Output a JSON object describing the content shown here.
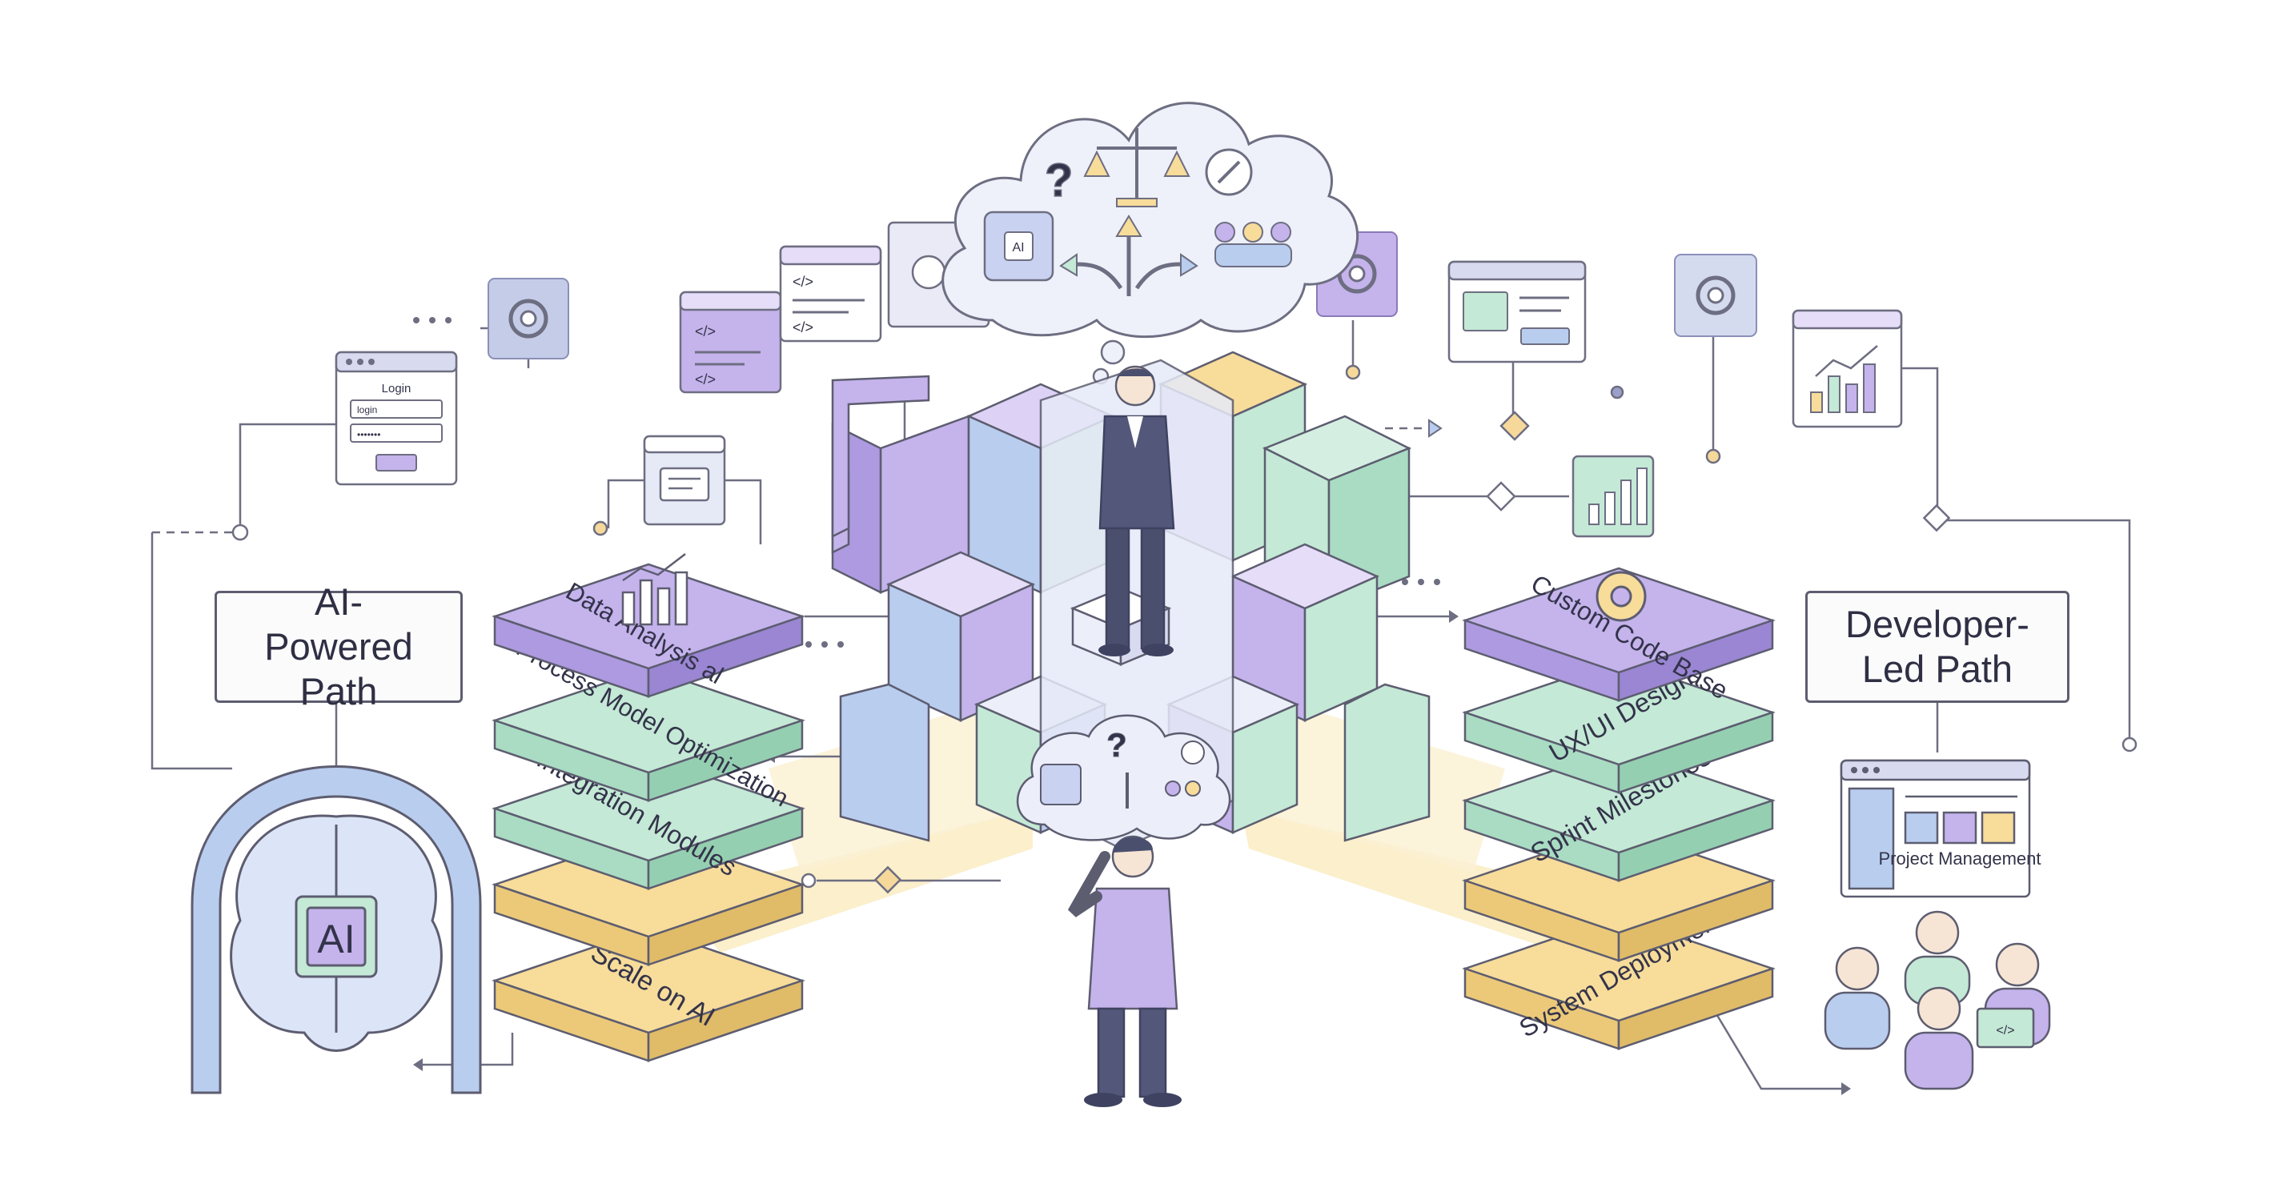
{
  "paths": {
    "left_title": "AI-Powered Path",
    "right_title": "Developer-Led Path"
  },
  "ai_layers": [
    "Data Analysis al",
    "Process Model Optimization",
    "Integration Modules",
    "",
    "Scale on AI"
  ],
  "dev_layers": [
    "Custom Code Base",
    "UX/UI Design",
    "Sprint Milestones",
    "",
    "System Deployment"
  ],
  "icons": {
    "brain_chip_label": "AI",
    "login_window": {
      "title": "Login",
      "field1": "login",
      "field2": "•••••••"
    },
    "code_snippet": "</>",
    "project_window_label": "Project Management",
    "thought_symbol": "?"
  },
  "colors": {
    "purple": "#c5b3ec",
    "green": "#c4e9d6",
    "yellow": "#f7dc9a",
    "blue": "#b9cdef",
    "outline": "#5d5d70"
  }
}
